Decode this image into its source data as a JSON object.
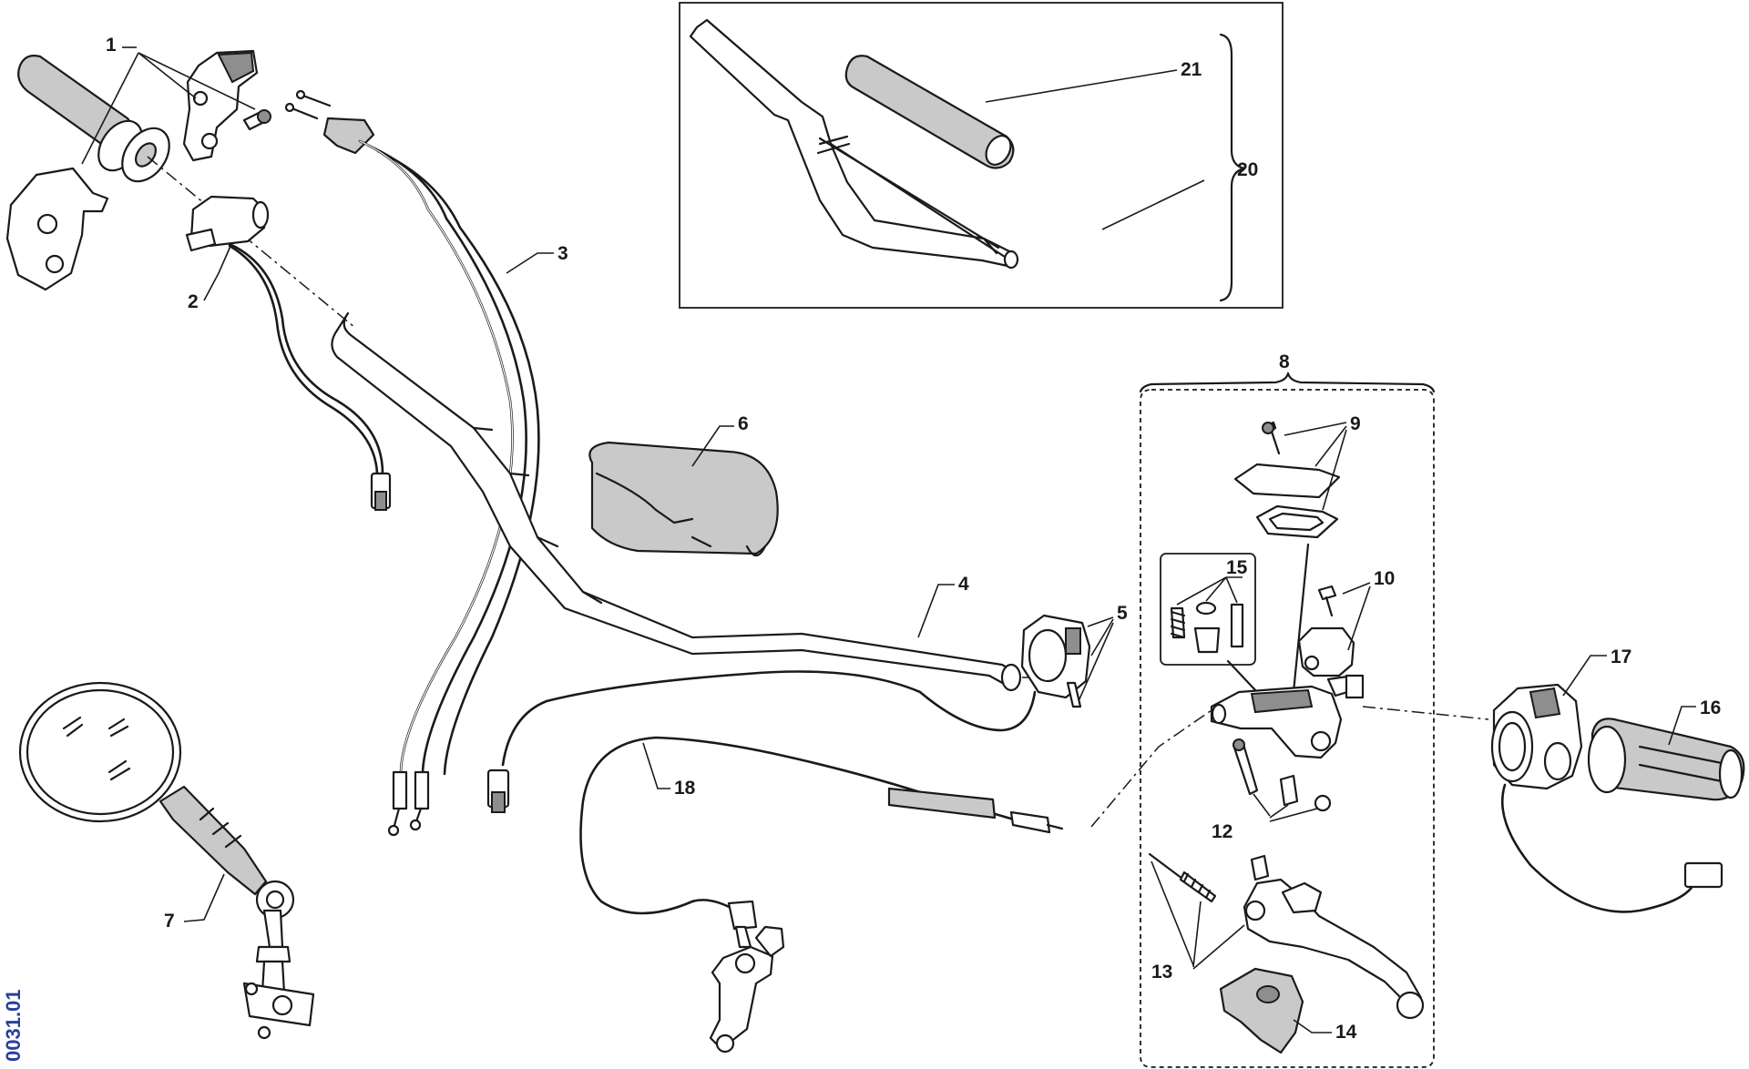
{
  "diagram_code": "0031.01",
  "callouts": {
    "c1": "1",
    "c2": "2",
    "c3": "3",
    "c4": "4",
    "c5": "5",
    "c6": "6",
    "c7": "7",
    "c8": "8",
    "c9": "9",
    "c10": "10",
    "c12": "12",
    "c13": "13",
    "c14": "14",
    "c15": "15",
    "c16": "16",
    "c17": "17",
    "c18": "18",
    "c20": "20",
    "c21": "21"
  },
  "colors": {
    "line": "#1a1a1a",
    "fill_grey": "#c9c9c9",
    "code_text": "#2a3f9a"
  }
}
